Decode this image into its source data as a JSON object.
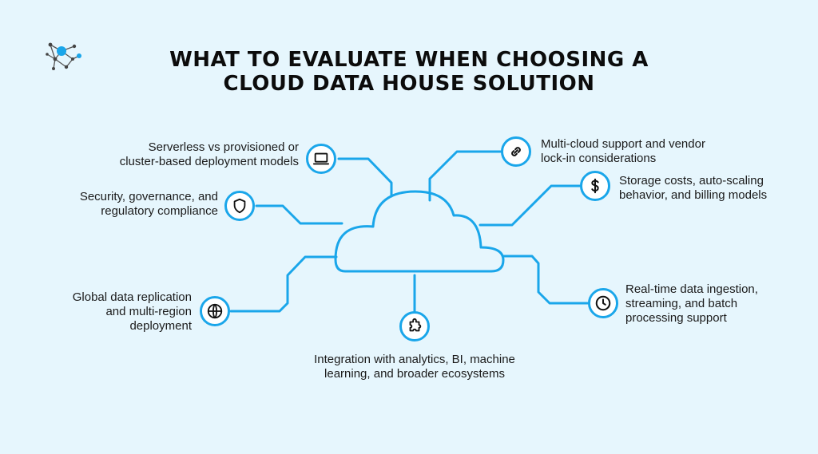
{
  "title": {
    "line1": "WHAT TO EVALUATE WHEN CHOOSING A",
    "line2": "CLOUD DATA HOUSE SOLUTION"
  },
  "colors": {
    "background": "#e6f6fd",
    "accent": "#1aa6ea",
    "text": "#1a1a1a"
  },
  "items": {
    "serverless": {
      "icon": "laptop-icon",
      "line1": "Serverless vs provisioned or",
      "line2": "cluster-based deployment models"
    },
    "security": {
      "icon": "shield-icon",
      "line1": "Security, governance, and",
      "line2": "regulatory compliance"
    },
    "global": {
      "icon": "globe-icon",
      "line1": "Global data replication",
      "line2": "and multi-region",
      "line3": "deployment"
    },
    "integration": {
      "icon": "puzzle-icon",
      "line1": "Integration with analytics, BI, machine",
      "line2": "learning, and broader ecosystems"
    },
    "multicloud": {
      "icon": "link-icon",
      "line1": "Multi-cloud  support  and  vendor",
      "line2": "lock-in considerations"
    },
    "storage": {
      "icon": "dollar-icon",
      "line1": "Storage costs, auto-scaling",
      "line2": "behavior, and billing models"
    },
    "realtime": {
      "icon": "clock-icon",
      "line1": "Real-time data ingestion,",
      "line2": "streaming, and batch",
      "line3": "processing support"
    }
  }
}
